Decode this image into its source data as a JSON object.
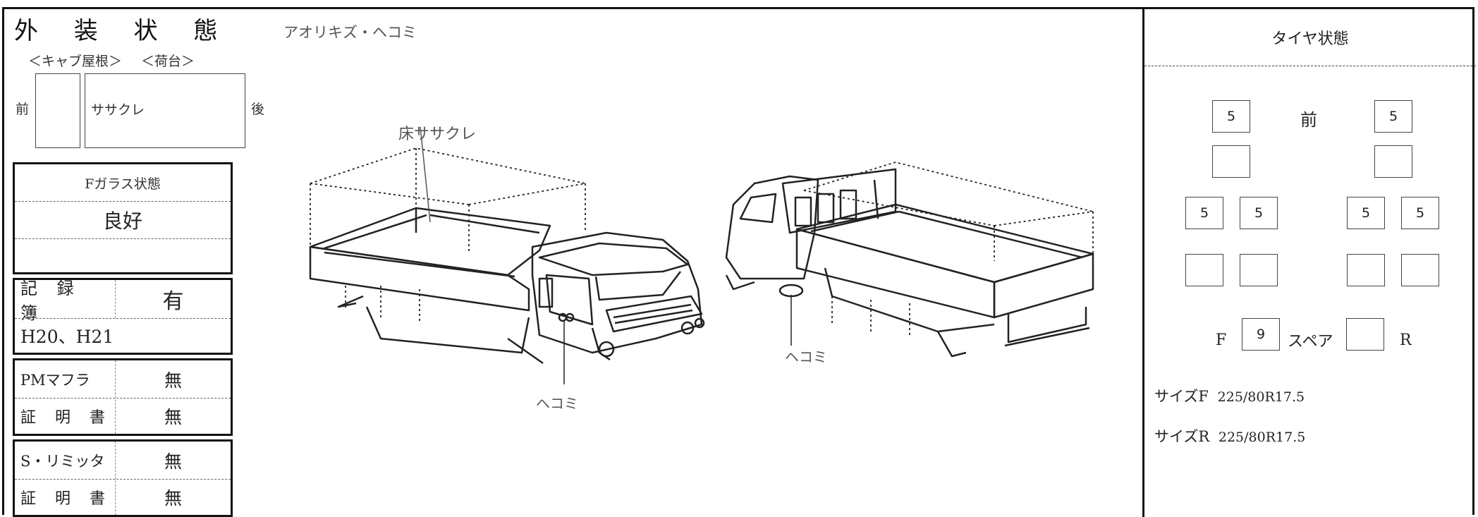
{
  "title": "外 装 状 態",
  "sub": {
    "cab_roof": "＜キャブ屋根＞",
    "bed": "＜荷台＞"
  },
  "roof_bed": {
    "front": "前",
    "rear": "後",
    "bed_note": "ササクレ",
    "roof_note": ""
  },
  "glass": {
    "label": "Fガラス状態",
    "value": "良好",
    "note": ""
  },
  "record": {
    "label": "記 録 簿",
    "value": "有",
    "years": "H20、H21"
  },
  "pm": {
    "label": "PMマフラ",
    "value": "無",
    "cert_label": "証 明 書",
    "cert_value": "無"
  },
  "slimiter": {
    "label": "S・リミッタ",
    "value": "無",
    "cert_label": "証 明 書",
    "cert_value": "無"
  },
  "diagram": {
    "note": "アオリキズ・ヘコミ",
    "floor": "床ササクレ",
    "dent1": "ヘコミ",
    "dent2": "ヘコミ"
  },
  "tire": {
    "title": "タイヤ状態",
    "front": "前",
    "fl1": "5",
    "fr1": "5",
    "fl2": "",
    "fr2": "",
    "rl_o": "5",
    "rl_i": "5",
    "rr_i": "5",
    "rr_o": "5",
    "rl_o2": "",
    "rl_i2": "",
    "rr_i2": "",
    "rr_o2": "",
    "f_label": "F",
    "f_val": "9",
    "spare": "スペア",
    "spare_val": "",
    "r_label": "R",
    "size_f_label": "サイズF",
    "size_f": "225/80R17.5",
    "size_r_label": "サイズR",
    "size_r": "225/80R17.5"
  }
}
